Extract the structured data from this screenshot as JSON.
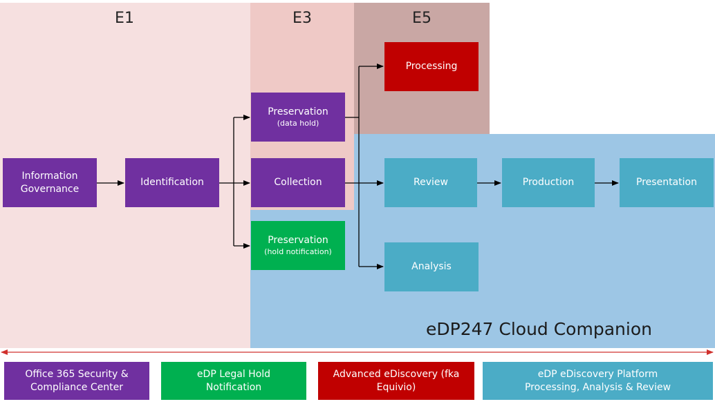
{
  "zones": {
    "e1": "E1",
    "e3": "E3",
    "e5": "E5",
    "cloud": "eDP247 Cloud Companion"
  },
  "boxes": {
    "information_governance": {
      "line1": "Information",
      "line2": "Governance"
    },
    "identification": "Identification",
    "preservation_data_hold": {
      "title": "Preservation",
      "sub": "(data hold)"
    },
    "collection": "Collection",
    "preservation_hold_notification": {
      "title": "Preservation",
      "sub": "(hold notification)"
    },
    "processing": "Processing",
    "review": "Review",
    "production": "Production",
    "presentation": "Presentation",
    "analysis": "Analysis"
  },
  "legend": [
    {
      "line1": "Office 365 Security &",
      "line2": "Compliance Center"
    },
    {
      "line1": "eDP Legal Hold",
      "line2": "Notification"
    },
    {
      "line1": "Advanced eDiscovery (fka",
      "line2": "Equivio)"
    },
    {
      "line1": "eDP eDiscovery Platform",
      "line2": "Processing, Analysis & Review"
    }
  ],
  "colors": {
    "e1_zone": "#f6e0e0",
    "e3_zone": "#efc9c6",
    "e5_zone": "#c9a7a4",
    "cloud_zone": "#9dc6e5",
    "purple": "#7030a0",
    "green": "#00b050",
    "red": "#c00000",
    "teal": "#4bacc6",
    "timeline": "#d0312d"
  }
}
